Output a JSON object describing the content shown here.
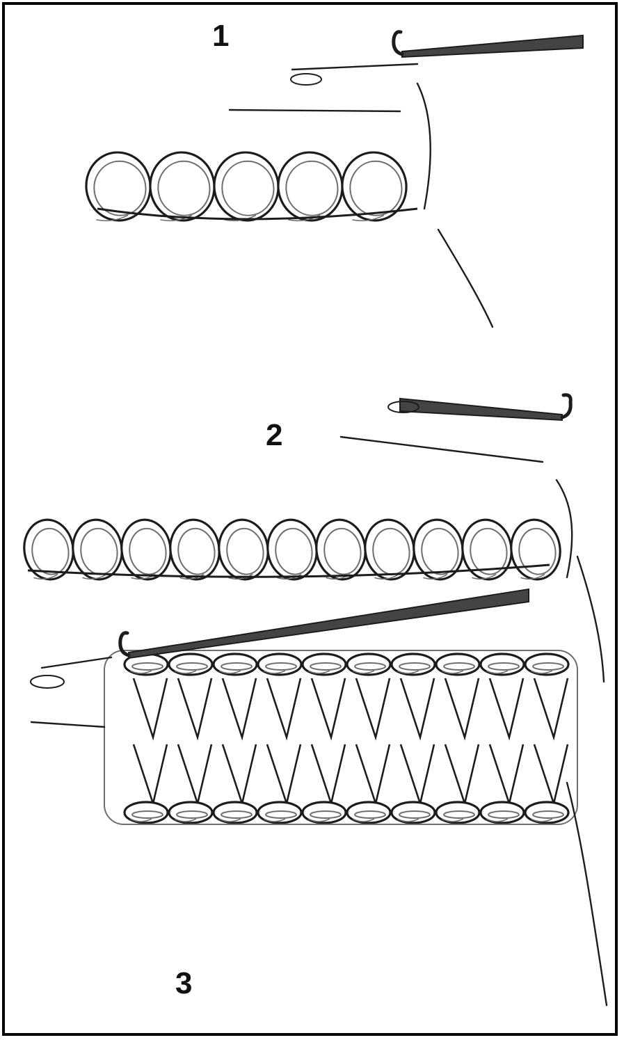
{
  "figure": {
    "steps": [
      {
        "id": "1",
        "label": "1",
        "stitch_count": 5
      },
      {
        "id": "2",
        "label": "2",
        "stitch_count": 11
      },
      {
        "id": "3",
        "label": "3",
        "columns": 10
      }
    ]
  },
  "colors": {
    "ink": "#1c1c1c",
    "shade": "#6e6e6e",
    "frame": "#000000",
    "background": "#ffffff"
  }
}
